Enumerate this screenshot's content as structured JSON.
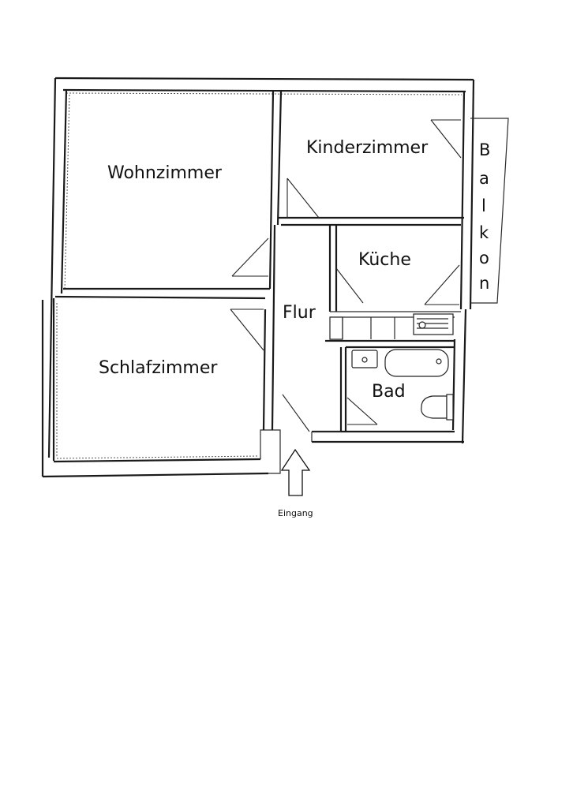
{
  "rooms": {
    "wohnzimmer": "Wohnzimmer",
    "kinderzimmer": "Kinderzimmer",
    "kueche": "Küche",
    "flur": "Flur",
    "schlafzimmer": "Schlafzimmer",
    "bad": "Bad"
  },
  "balkon": [
    "B",
    "a",
    "l",
    "k",
    "o",
    "n"
  ],
  "entrance": "Eingang"
}
